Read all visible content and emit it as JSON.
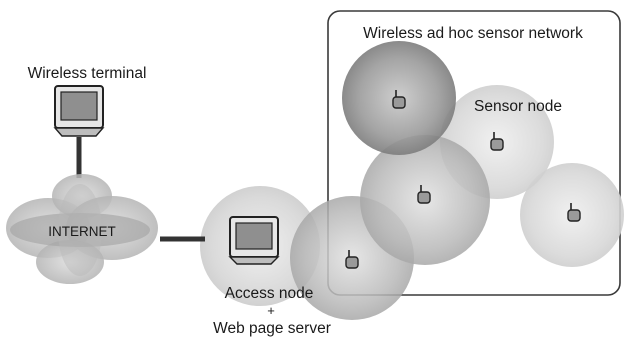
{
  "labels": {
    "network_title": "Wireless ad hoc sensor network",
    "sensor_node": "Sensor node",
    "wireless_terminal": "Wireless terminal",
    "internet": "INTERNET",
    "access_node": "Access node",
    "plus": "+",
    "web_server": "Web page server"
  },
  "colors": {
    "line": "#333333",
    "coverage_dark": "#7a7a7a",
    "coverage_mid": "#a6a6a6",
    "coverage_light": "#d2d2d2"
  }
}
